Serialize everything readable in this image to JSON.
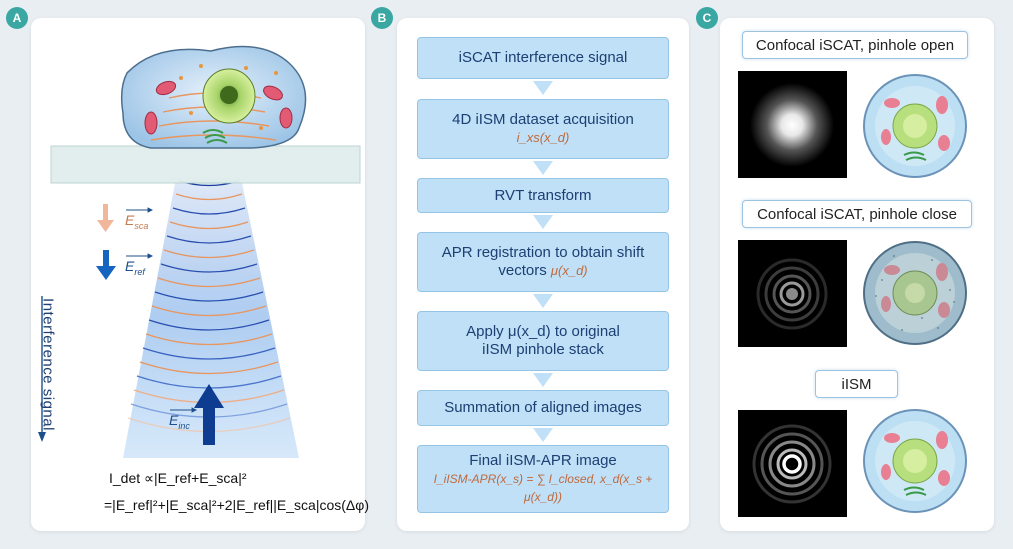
{
  "badges": {
    "a": "A",
    "b": "B",
    "c": "C"
  },
  "panel_a": {
    "e_sca_label": "E",
    "e_sca_sub": "sca",
    "e_ref_label": "E",
    "e_ref_sub": "ref",
    "e_inc_label": "E",
    "e_inc_sub": "inc",
    "interference_label": "Interference signal",
    "equation_line1": "I_det ∝|E_ref+E_sca|²",
    "equation_line2": "=|E_ref|²+|E_sca|²+2|E_ref||E_sca|cos(Δφ)",
    "colors": {
      "sca_arrow": "#f0b79a",
      "ref_arrow": "#1565c0",
      "inc_arrow": "#0d3c91"
    }
  },
  "panel_b": {
    "steps": [
      {
        "label": "iSCAT interference signal",
        "math": ""
      },
      {
        "label": "4D iISM dataset acquisition",
        "math": "i_xs(x_d)"
      },
      {
        "label": "RVT transform",
        "math": ""
      },
      {
        "label": "APR registration to obtain shift",
        "label2": "vectors",
        "math": "μ(x_d)"
      },
      {
        "label": "Apply μ(x_d) to original",
        "label2": "iISM pinhole stack",
        "math": ""
      },
      {
        "label": "Summation of aligned images",
        "math": ""
      },
      {
        "label": "Final iISM-APR image",
        "math": "I_iISM-APR(x_s) = ∑ I_closed, x_d(x_s + μ(x_d))"
      }
    ],
    "colors": {
      "box_fill": "#bfe0f6",
      "box_border": "#95c5e6",
      "text": "#1d3f73",
      "math": "#c0693d"
    }
  },
  "panel_c": {
    "rows": [
      {
        "title": "Confocal iSCAT, pinhole open",
        "psf": "blurred-spot"
      },
      {
        "title": "Confocal iSCAT, pinhole close",
        "psf": "ring-pattern"
      },
      {
        "title": "iISM",
        "psf": "airy-pattern"
      }
    ]
  }
}
